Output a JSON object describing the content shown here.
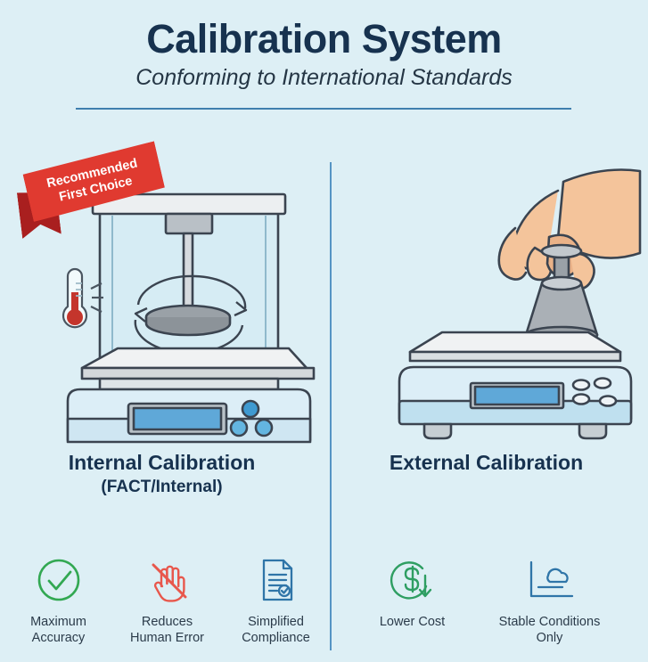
{
  "header": {
    "title": "Calibration System",
    "subtitle": "Conforming to International Standards",
    "rule_color": "#3f7fae",
    "title_color": "#17324f"
  },
  "badge": {
    "line1": "Recommended",
    "line2": "First Choice",
    "color": "#e03a30",
    "tail_color": "#a91f1f"
  },
  "background_color": "#ddeff5",
  "divider_color": "#5594c4",
  "columns": [
    {
      "id": "internal",
      "heading": "Internal Calibration",
      "subheading": "(FACT/Internal)",
      "illustration": "analytical-balance-internal-weight",
      "features": [
        {
          "icon": "check-circle-icon",
          "label": "Maximum\nAccuracy",
          "label_line1": "Maximum",
          "label_line2": "Accuracy",
          "color": "#32a852"
        },
        {
          "icon": "no-hand-icon",
          "label": "Reduces\nHuman Error",
          "label_line1": "Reduces",
          "label_line2": "Human Error",
          "color": "#e8574c"
        },
        {
          "icon": "document-check-icon",
          "label": "Simplified\nCompliance",
          "label_line1": "Simplified",
          "label_line2": "Compliance",
          "color": "#2f75a8"
        }
      ]
    },
    {
      "id": "external",
      "heading": "External Calibration",
      "subheading": "",
      "illustration": "hand-placing-weight-on-balance",
      "features": [
        {
          "icon": "dollar-down-arrow-icon",
          "label": "Lower Cost",
          "label_line1": "Lower Cost",
          "label_line2": "",
          "color": "#2e9e62"
        },
        {
          "icon": "stable-chart-cloud-icon",
          "label": "Stable Conditions\nOnly",
          "label_line1": "Stable Conditions",
          "label_line2": "Only",
          "color": "#2f75a8"
        }
      ]
    }
  ],
  "illustration_labels": {
    "thermometer": "thermometer-icon",
    "rotation_arrows": "rotation-arrows-icon"
  }
}
